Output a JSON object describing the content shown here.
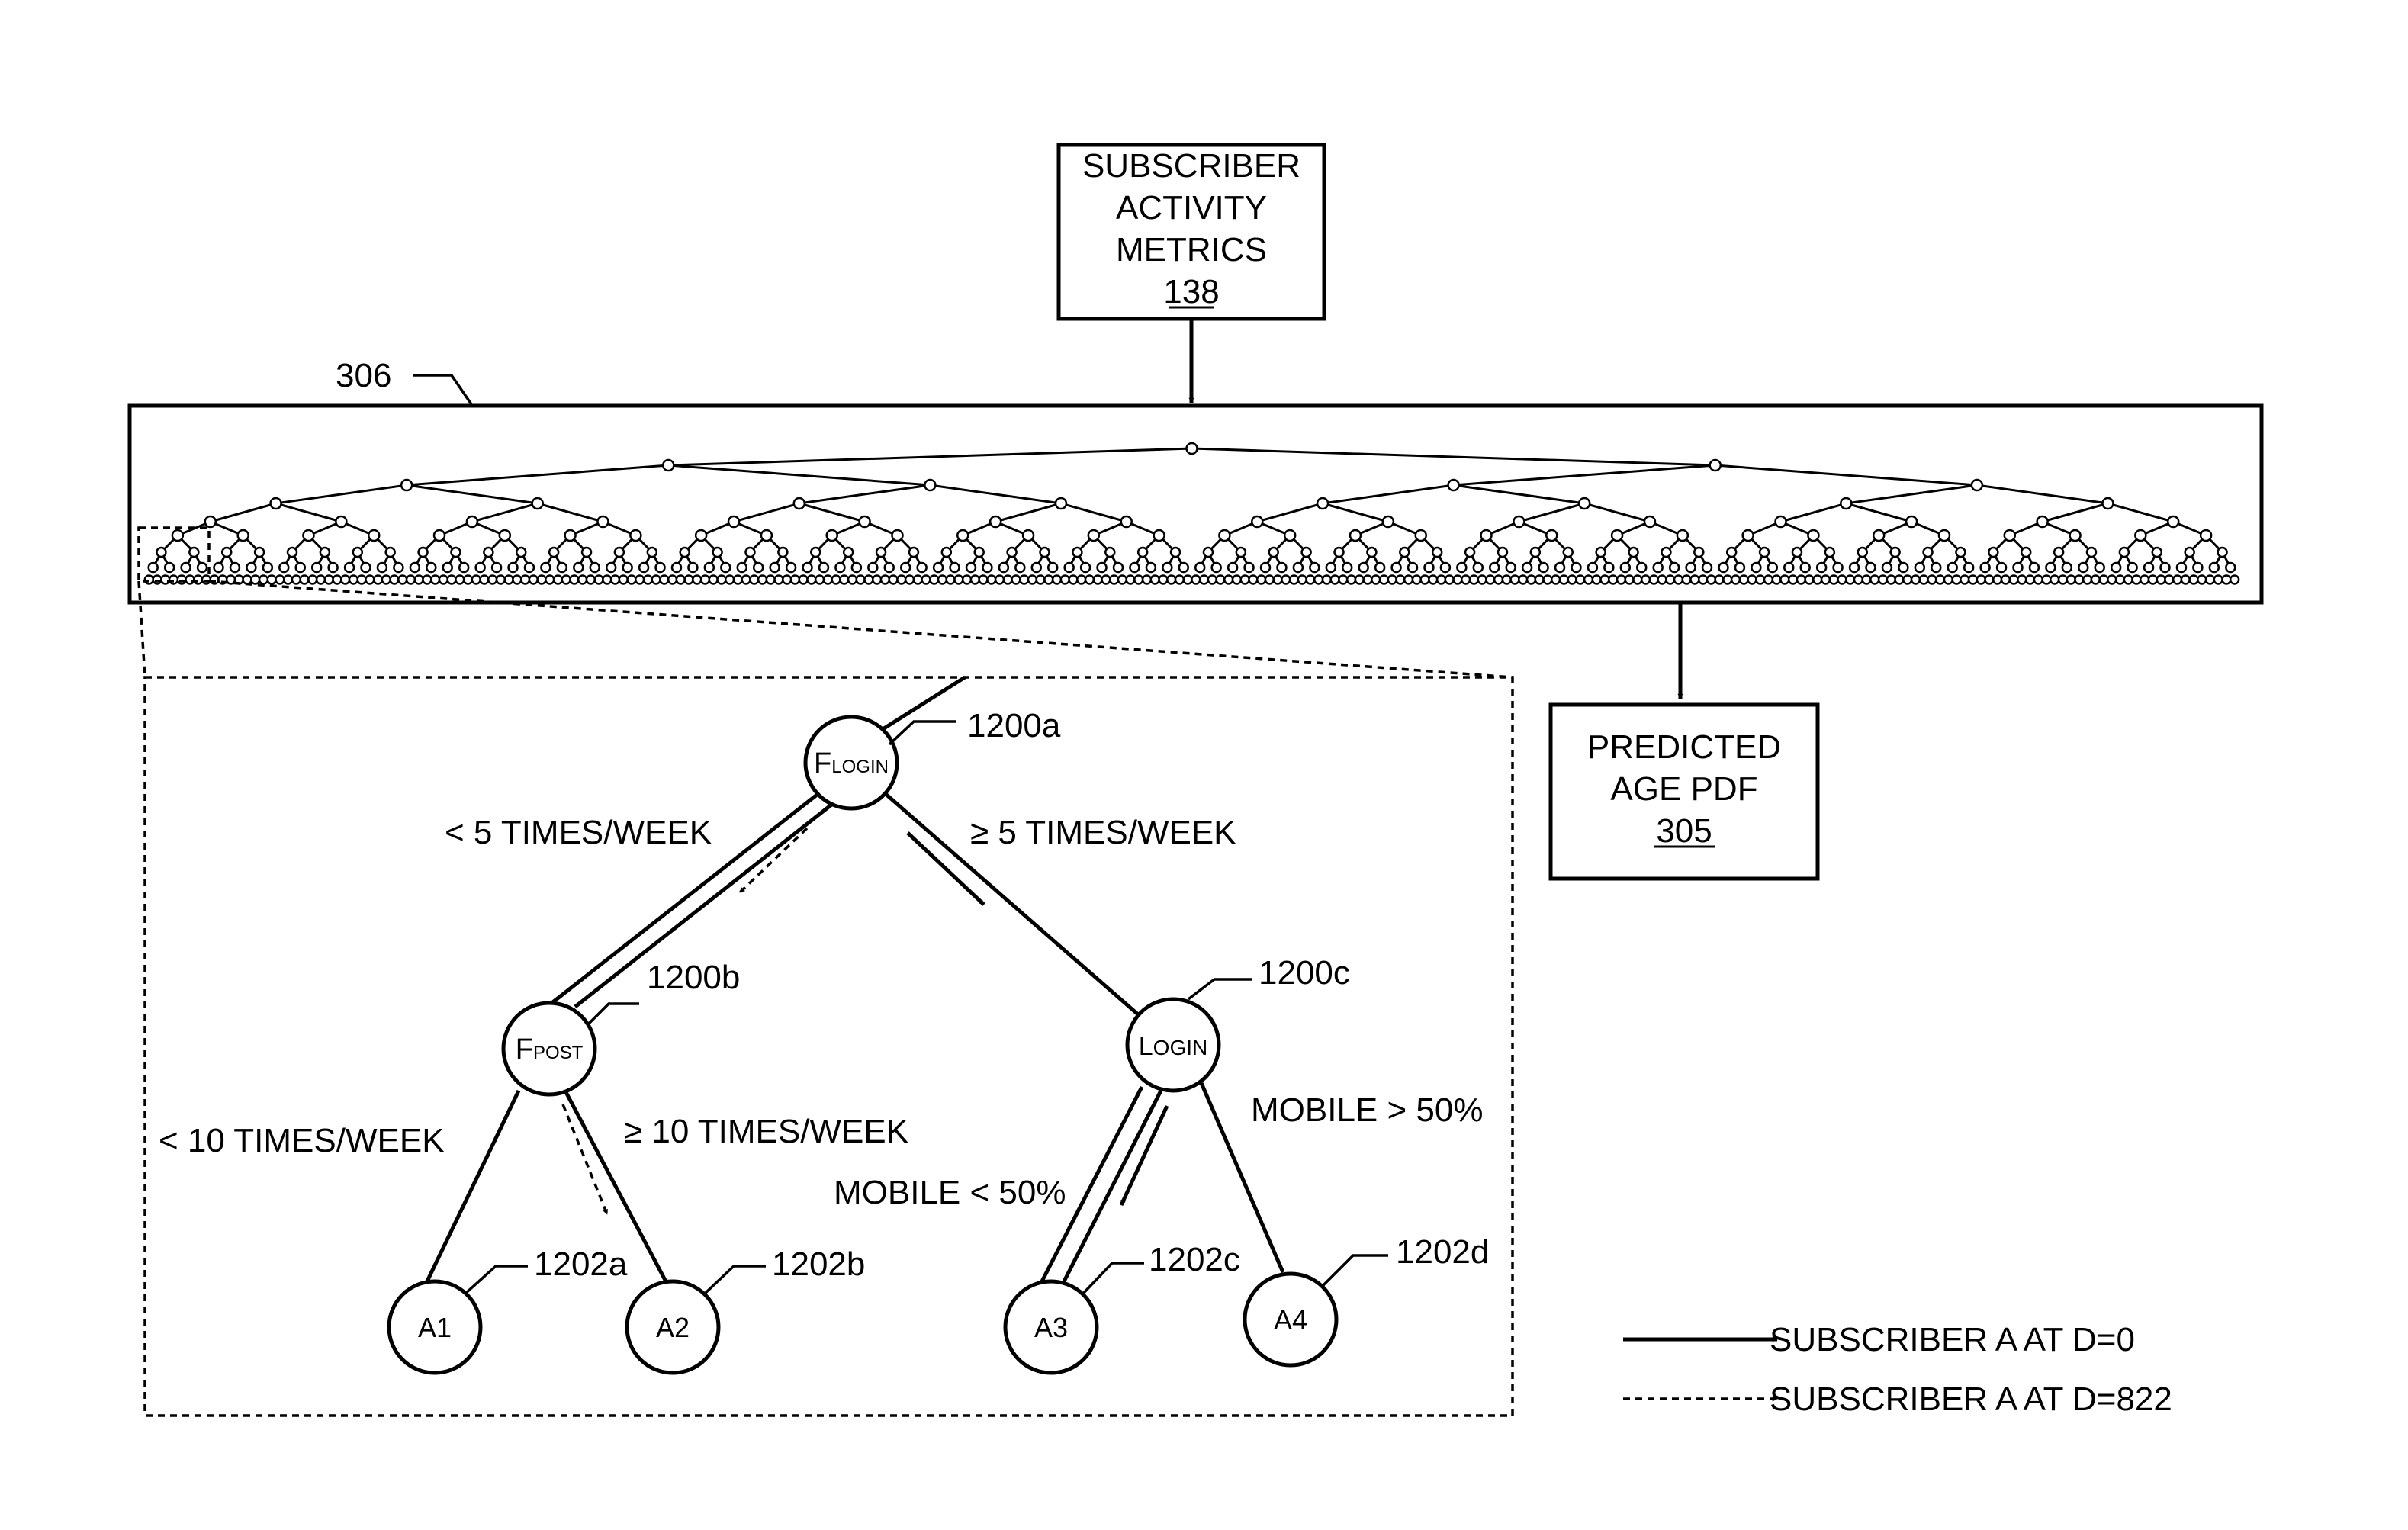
{
  "top_box": {
    "lines": [
      "SUBSCRIBER",
      "ACTIVITY",
      "METRICS"
    ],
    "ref": "138"
  },
  "output_box": {
    "lines": [
      "PREDICTED",
      "AGE PDF"
    ],
    "ref": "305"
  },
  "forest_ref": "306",
  "tree": {
    "root": {
      "ref": "1200a",
      "main": "F",
      "sub": "LOGIN"
    },
    "left": {
      "ref": "1200b",
      "main": "F",
      "sub": "POST"
    },
    "right": {
      "ref": "1200c",
      "main": "L",
      "sub": "OGIN"
    },
    "leaves": [
      {
        "label": "A1",
        "ref": "1202a"
      },
      {
        "label": "A2",
        "ref": "1202b"
      },
      {
        "label": "A3",
        "ref": "1202c"
      },
      {
        "label": "A4",
        "ref": "1202d"
      }
    ],
    "conditions": {
      "root_left": "< 5 TIMES/WEEK",
      "root_right": "≥ 5 TIMES/WEEK",
      "left_left": "< 10 TIMES/WEEK",
      "left_right": "≥ 10 TIMES/WEEK",
      "right_left": "MOBILE < 50%",
      "right_right": "MOBILE > 50%"
    }
  },
  "legend": {
    "solid": "SUBSCRIBER A AT D=0",
    "dashed": "SUBSCRIBER A AT D=822"
  }
}
